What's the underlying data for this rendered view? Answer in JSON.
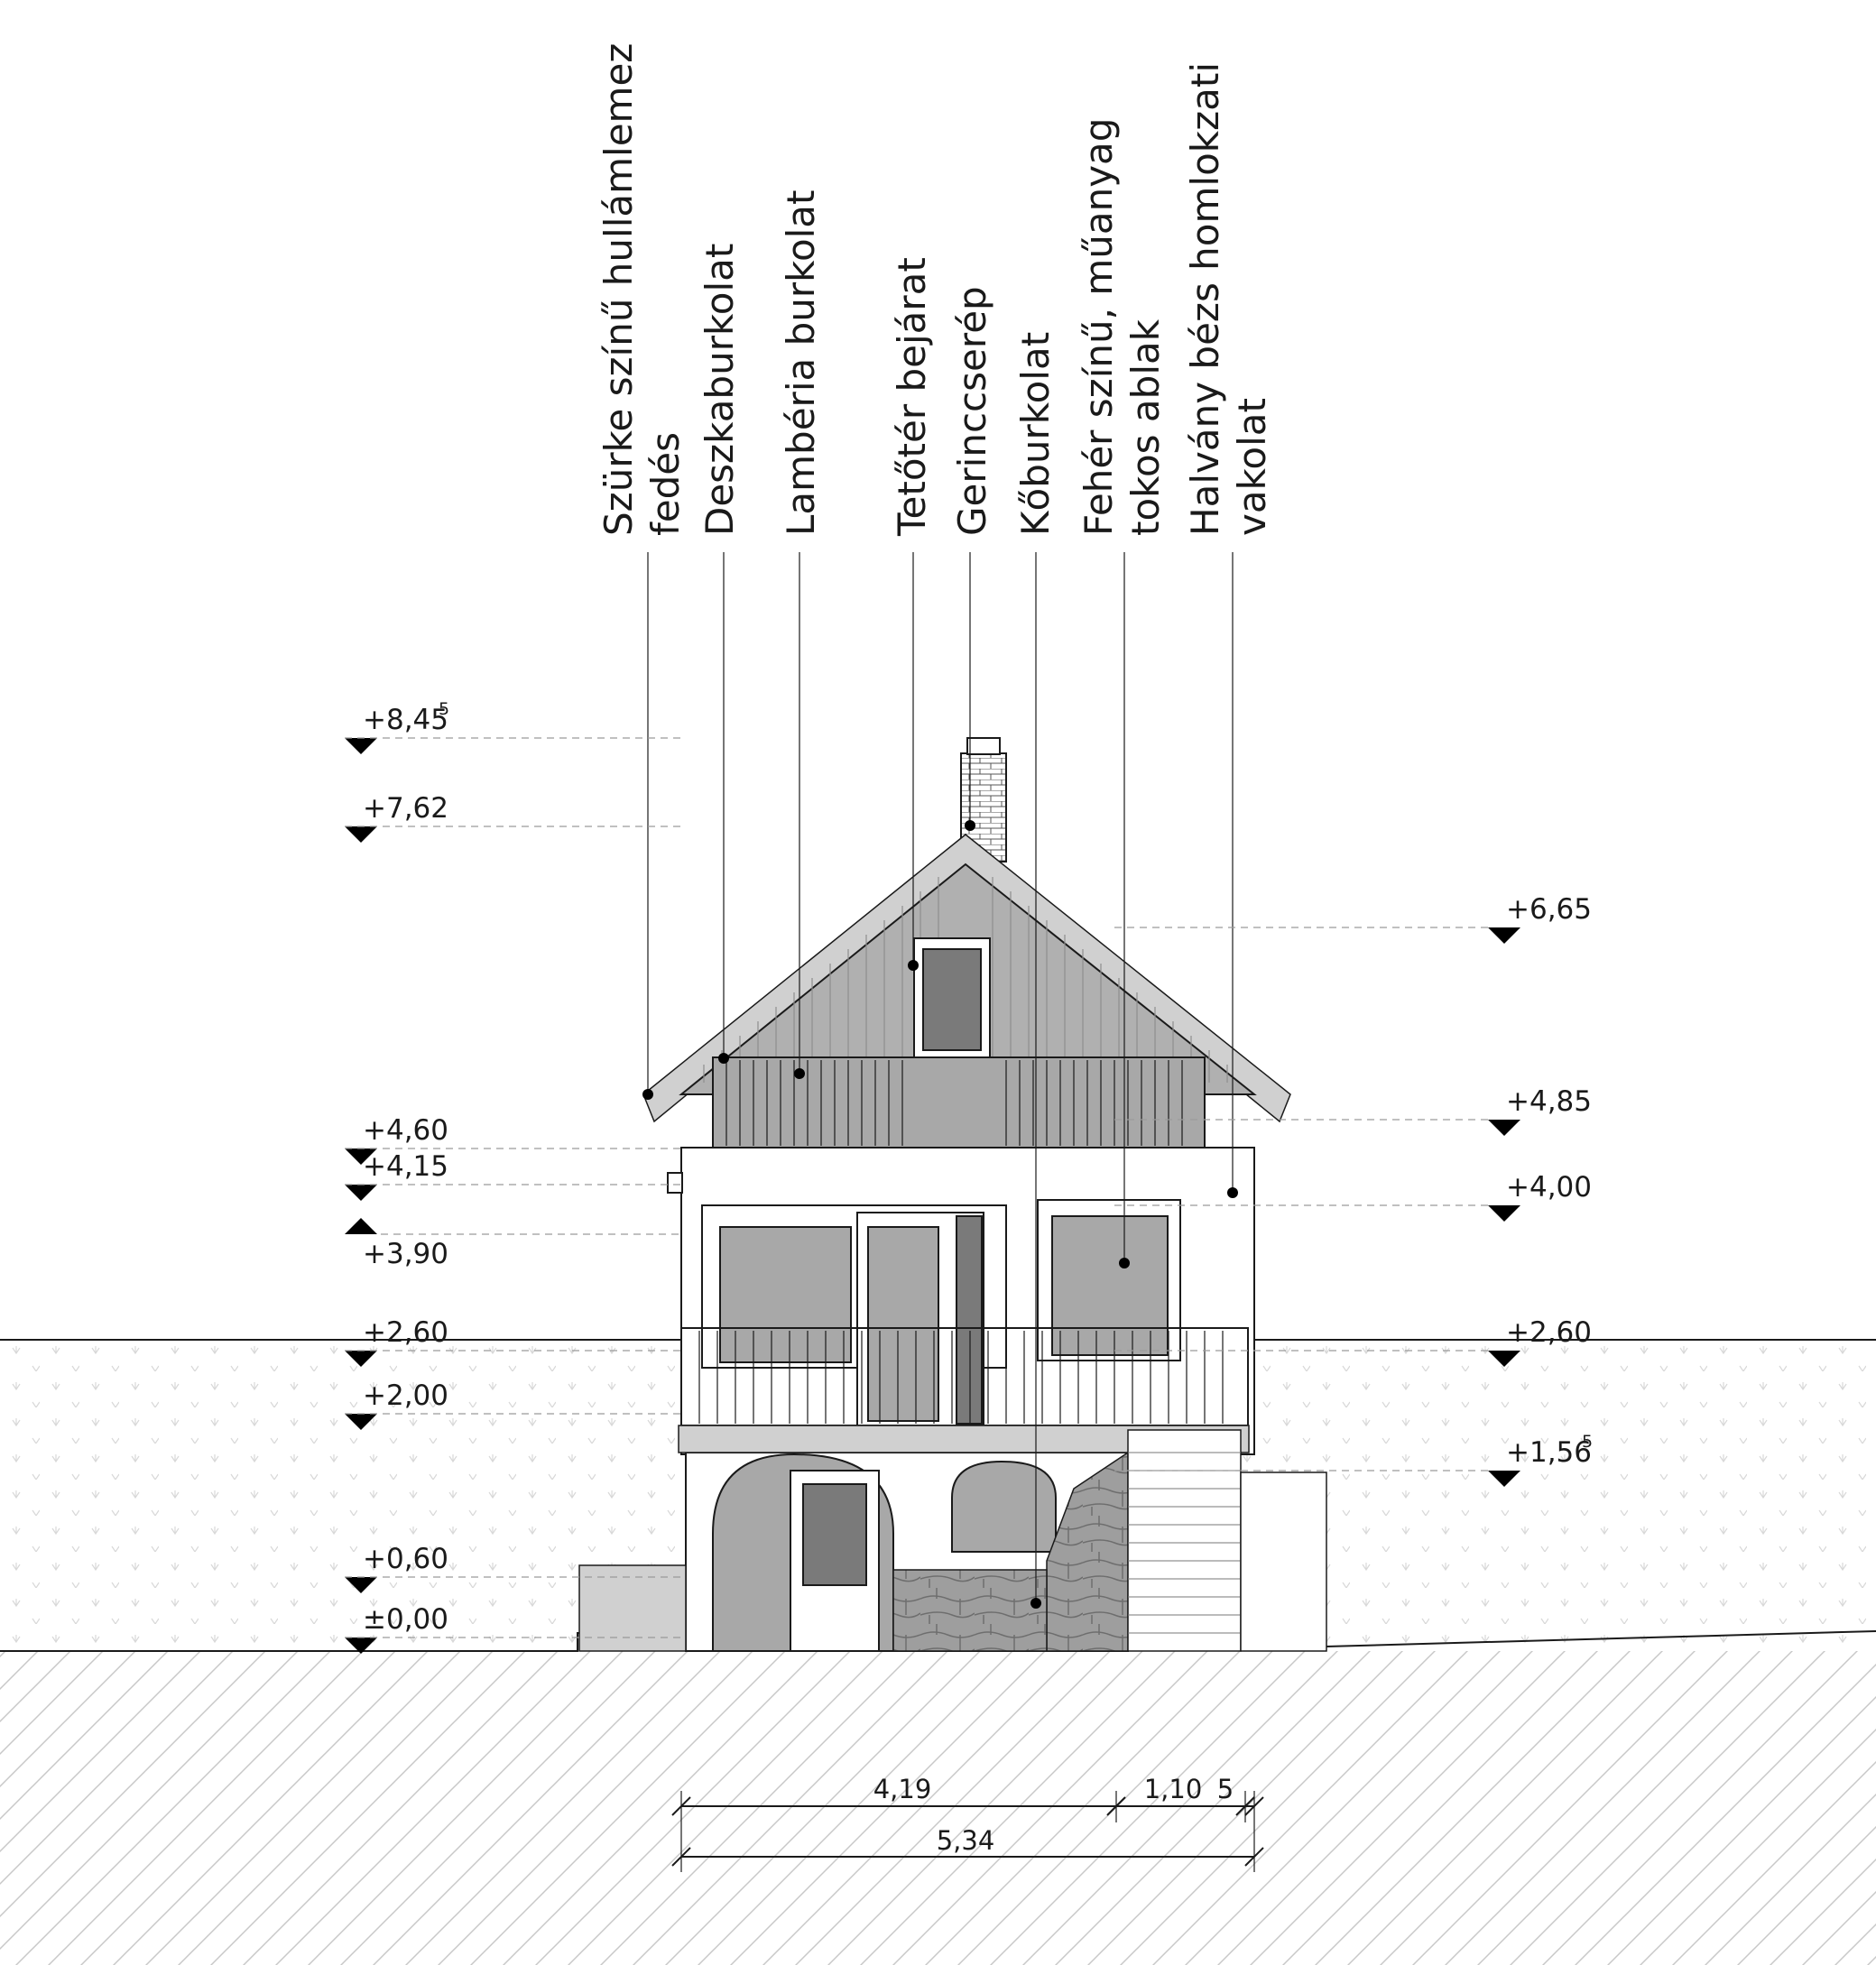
{
  "annotations": [
    {
      "lines": [
        "Szürke színű hullámlemez",
        "fedés"
      ]
    },
    {
      "lines": [
        "Deszkaburkolat"
      ]
    },
    {
      "lines": [
        "Lambéria burkolat"
      ]
    },
    {
      "lines": [
        "Tetőtér bejárat"
      ]
    },
    {
      "lines": [
        "Gerinccserép"
      ]
    },
    {
      "lines": [
        "Kőburkolat"
      ]
    },
    {
      "lines": [
        "Fehér színű, műanyag",
        "tokos ablak"
      ]
    },
    {
      "lines": [
        "Halvány bézs homlokzati",
        "vakolat"
      ]
    }
  ],
  "levels_left": [
    {
      "text": "+8,45",
      "sup": "5",
      "marker": "down"
    },
    {
      "text": "+7,62",
      "sup": "",
      "marker": "down"
    },
    {
      "text": "+4,60",
      "sup": "",
      "marker": "down"
    },
    {
      "text": "+4,15",
      "sup": "",
      "marker": "down"
    },
    {
      "text": "+3,90",
      "sup": "",
      "marker": "up"
    },
    {
      "text": "+2,60",
      "sup": "",
      "marker": "down"
    },
    {
      "text": "+2,00",
      "sup": "",
      "marker": "down"
    },
    {
      "text": "+0,60",
      "sup": "",
      "marker": "down"
    },
    {
      "text": "±0,00",
      "sup": "",
      "marker": "down"
    }
  ],
  "levels_right": [
    {
      "text": "+6,65",
      "sup": "",
      "marker": "down"
    },
    {
      "text": "+4,85",
      "sup": "",
      "marker": "down"
    },
    {
      "text": "+4,00",
      "sup": "",
      "marker": "down"
    },
    {
      "text": "+2,60",
      "sup": "",
      "marker": "down"
    },
    {
      "text": "+1,56",
      "sup": "5",
      "marker": "down"
    }
  ],
  "dimensions": {
    "seg_a": "4,19",
    "seg_b": "1,10",
    "seg_c": "5",
    "total": "5,34"
  }
}
